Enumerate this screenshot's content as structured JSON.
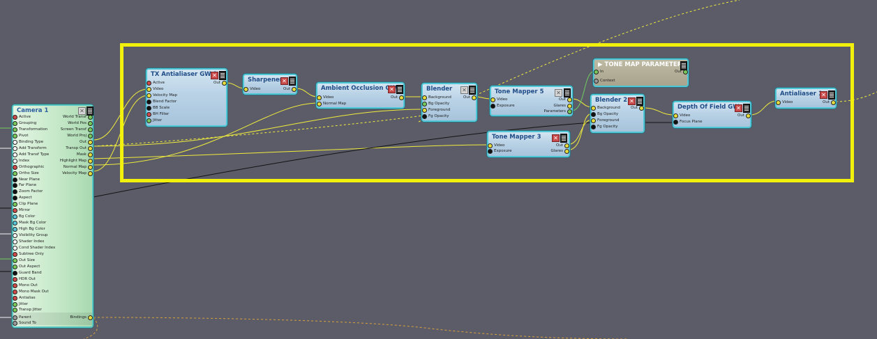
{
  "nodes": {
    "camera": {
      "title": "Camera 1",
      "inputs": [
        "Active",
        "Grouping",
        "Transformation",
        "Pivot",
        "Binding Type",
        "Add Transform",
        "Add Transf Type",
        "Index",
        "Orthographic",
        "Ortho Size",
        "Near Plane",
        "Far Plane",
        "Zoom Factor",
        "Aspect",
        "Clip Plane",
        "Mirror",
        "Bg Color",
        "Mask Bg Color",
        "High Bg Color",
        "Visibility Group",
        "Shader Index",
        "Cond Shader Index",
        "Subtree Only",
        "Out Size",
        "Out Aspect",
        "Guard Band",
        "HDR Out",
        "Mono Out",
        "Mono Mask Out",
        "Antialias",
        "Jitter",
        "Transp Jitter"
      ],
      "outputs": [
        "World Transf",
        "World Pos",
        "Screen Transf",
        "World Proj",
        "Out",
        "Transp Out",
        "Mask",
        "Highlight Map",
        "Normal Map",
        "Velocity Map"
      ],
      "parent_label": "Parent",
      "sound_label": "Sound To",
      "bindings_label": "Bindings"
    },
    "tx_antialiaser": {
      "title": "TX Antialiaser GW 1",
      "inputs": [
        "Active",
        "Video",
        "Velocity Map",
        "Blend Factor",
        "BB Scale",
        "BH Filter",
        "Jitter"
      ],
      "output": "Out"
    },
    "sharpener": {
      "title": "Sharpener",
      "inputs": [
        "Video"
      ],
      "output": "Out"
    },
    "ambient": {
      "title": "Ambient Occlusion GW",
      "inputs": [
        "Video",
        "Normal Map"
      ],
      "output": "Out"
    },
    "blender": {
      "title": "Blender",
      "inputs": [
        "Background",
        "Bg Opacity",
        "Foreground",
        "Fg Opacity"
      ],
      "output": "Out"
    },
    "tone5": {
      "title": "Tone Mapper 5",
      "inputs": [
        "Video",
        "Exposure"
      ],
      "outputs": [
        "Out",
        "Glares",
        "Parameters"
      ]
    },
    "tone3": {
      "title": "Tone Mapper 3",
      "inputs": [
        "Video",
        "Exposure"
      ],
      "outputs": [
        "Out",
        "Glares"
      ]
    },
    "tmparams": {
      "title": "TONE MAP PARAMETERS",
      "inputs": [
        "In",
        "Context"
      ],
      "output": "Out"
    },
    "blender2": {
      "title": "Blender 2",
      "inputs": [
        "Background",
        "Bg Opacity",
        "Foreground",
        "Fg Opacity"
      ],
      "output": "Out"
    },
    "dof": {
      "title": "Depth Of Field GW",
      "inputs": [
        "Video",
        "Focus Plane"
      ],
      "output": "Out"
    },
    "antialiaser1": {
      "title": "Antialiaser 1",
      "inputs": [
        "Video"
      ],
      "output": "Out"
    }
  },
  "colors": {
    "background": "#5c5c69",
    "highlight": "#f1f10b",
    "wire_video": "#f0ec3c",
    "wire_param": "#6fcf5f",
    "wire_black": "#111111"
  },
  "icons": {
    "close": "close-icon",
    "menu": "menu-icon",
    "collapse": "triangle-right-icon"
  }
}
